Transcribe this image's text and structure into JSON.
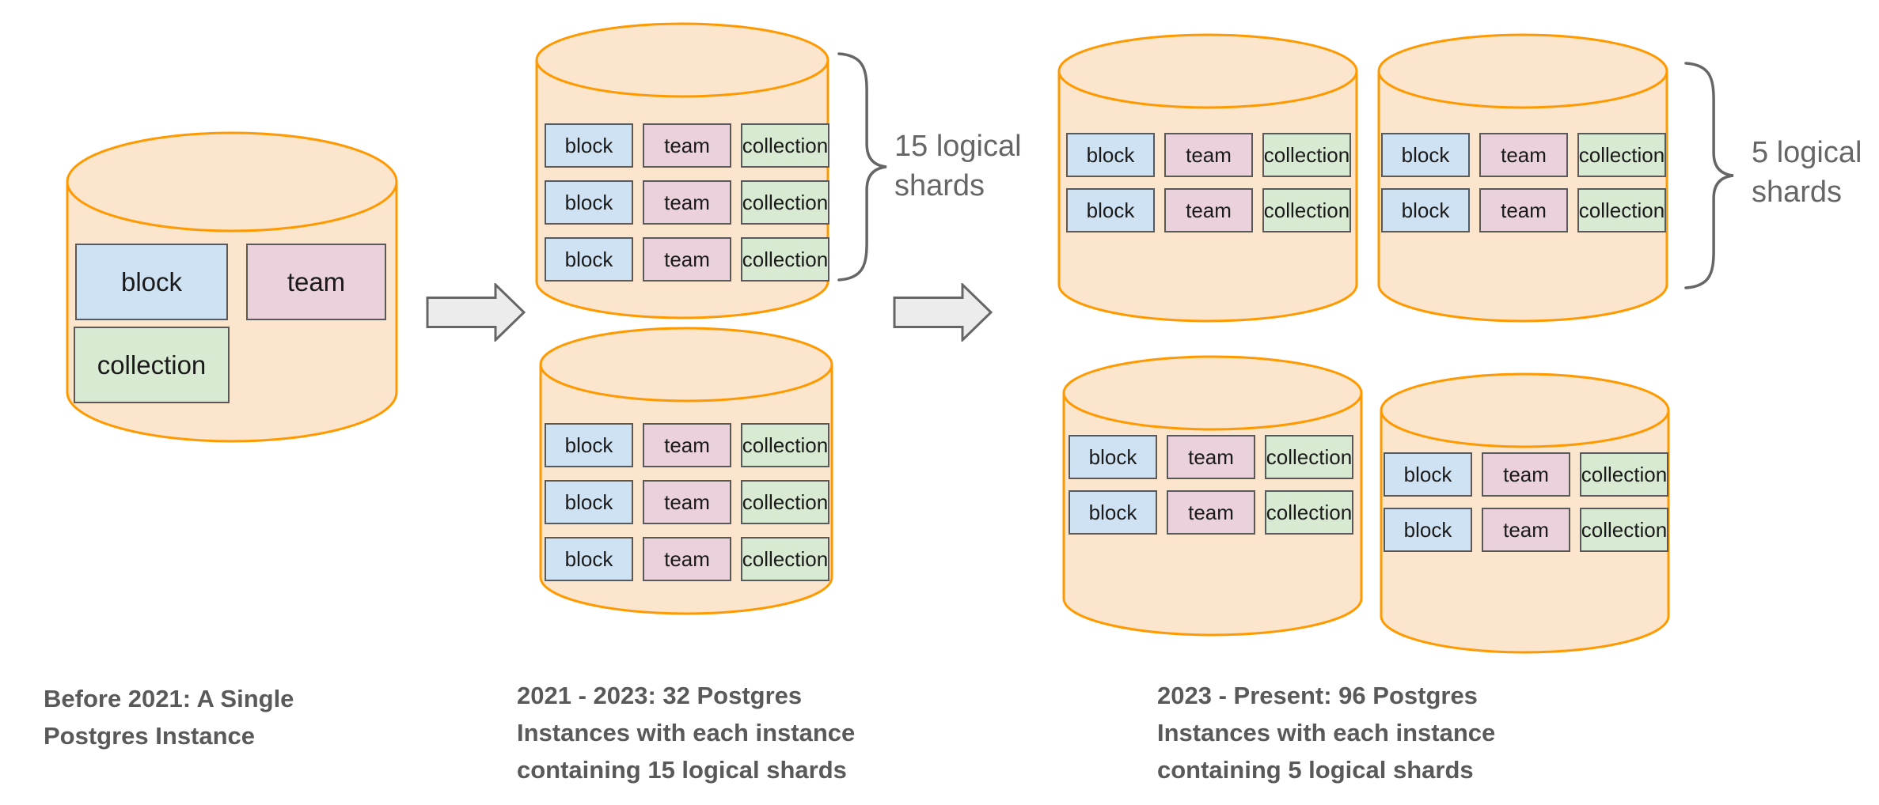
{
  "table_labels": {
    "block": "block",
    "team": "team",
    "collection": "collection"
  },
  "stages": [
    {
      "caption_lines": [
        "Before 2021: A Single",
        "Postgres Instance"
      ]
    },
    {
      "caption_lines": [
        "2021 - 2023: 32 Postgres",
        "Instances with each instance",
        "containing 15 logical shards"
      ],
      "annotation_lines": [
        "15 logical",
        "shards"
      ]
    },
    {
      "caption_lines": [
        "2023 - Present: 96 Postgres",
        "Instances with each instance",
        "containing 5 logical shards"
      ],
      "annotation_lines": [
        "5 logical",
        "shards"
      ]
    }
  ],
  "colors": {
    "background": "#ffffff",
    "cylinder_fill": "#fce5cd",
    "cylinder_stroke": "#ff9900",
    "table_block_fill": "#cfe2f3",
    "table_team_fill": "#ead1dc",
    "table_collection_fill": "#d9ead3",
    "table_border": "#595959",
    "table_text": "#1a1a1a",
    "caption_text": "#595959",
    "annotation_text": "#666666",
    "brace_stroke": "#666666",
    "arrow_fill": "#ececec",
    "arrow_stroke": "#666666"
  }
}
